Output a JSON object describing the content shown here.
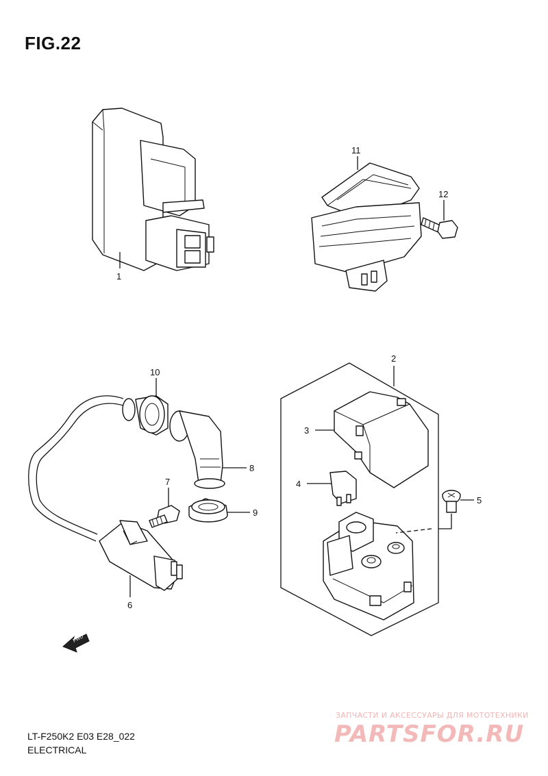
{
  "figure": {
    "title": "FIG.22"
  },
  "footer": {
    "code": "LT-F250K2 E03 E28_022",
    "section": "ELECTRICAL"
  },
  "watermark": {
    "tagline": "ЗАПЧАСТИ И АКСЕССУАРЫ ДЛЯ МОТОТЕХНИКИ",
    "logo": "PARTSFOR.RU"
  },
  "fwd_label": "FWD",
  "callouts": {
    "c1": "1",
    "c2": "2",
    "c3": "3",
    "c4": "4",
    "c5": "5",
    "c6": "6",
    "c7": "7",
    "c8": "8",
    "c9": "9",
    "c10": "10",
    "c11": "11",
    "c12": "12"
  }
}
